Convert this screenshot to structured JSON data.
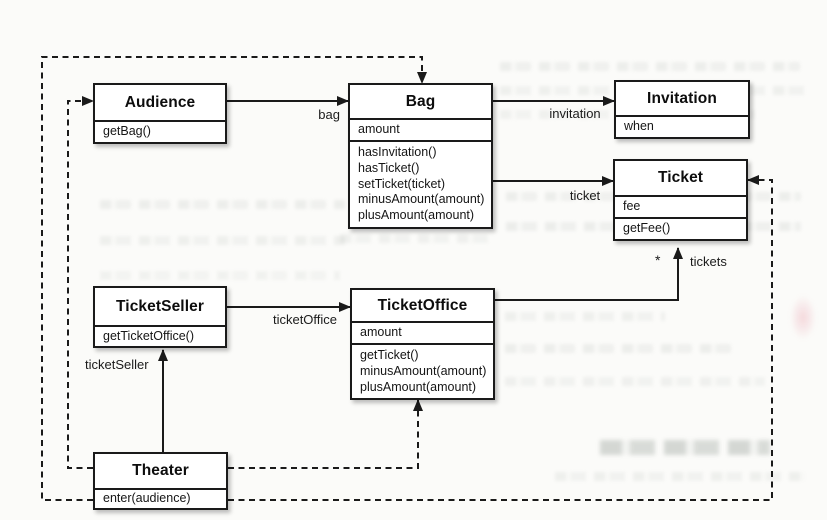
{
  "uml": {
    "diagram_type": "uml-class-diagram",
    "classes": [
      {
        "id": "audience",
        "name": "Audience",
        "attributes": [],
        "methods": [
          "getBag()"
        ]
      },
      {
        "id": "bag",
        "name": "Bag",
        "attributes": [
          "amount"
        ],
        "methods": [
          "hasInvitation()",
          "hasTicket()",
          "setTicket(ticket)",
          "minusAmount(amount)",
          "plusAmount(amount)"
        ]
      },
      {
        "id": "invitation",
        "name": "Invitation",
        "attributes": [
          "when"
        ],
        "methods": []
      },
      {
        "id": "ticket",
        "name": "Ticket",
        "attributes": [
          "fee"
        ],
        "methods": [
          "getFee()"
        ]
      },
      {
        "id": "ticketseller",
        "name": "TicketSeller",
        "attributes": [],
        "methods": [
          "getTicketOffice()"
        ]
      },
      {
        "id": "ticketoffice",
        "name": "TicketOffice",
        "attributes": [
          "amount"
        ],
        "methods": [
          "getTicket()",
          "minusAmount(amount)",
          "plusAmount(amount)"
        ]
      },
      {
        "id": "theater",
        "name": "Theater",
        "attributes": [],
        "methods": [
          "enter(audience)"
        ]
      }
    ],
    "edges": [
      {
        "from": "Audience",
        "to": "Bag",
        "type": "association",
        "label": "bag"
      },
      {
        "from": "Bag",
        "to": "Invitation",
        "type": "association",
        "label": "invitation"
      },
      {
        "from": "Bag",
        "to": "Ticket",
        "type": "association",
        "label": "ticket"
      },
      {
        "from": "TicketSeller",
        "to": "TicketOffice",
        "type": "association",
        "label": "ticketOffice"
      },
      {
        "from": "TicketOffice",
        "to": "Ticket",
        "type": "association",
        "label": "tickets",
        "multiplicity": "*"
      },
      {
        "from": "Theater",
        "to": "TicketSeller",
        "type": "association",
        "label": "ticketSeller"
      },
      {
        "from": "Theater",
        "to": "Audience",
        "type": "dependency"
      },
      {
        "from": "Theater",
        "to": "Bag",
        "type": "dependency"
      },
      {
        "from": "Theater",
        "to": "TicketOffice",
        "type": "dependency"
      },
      {
        "from": "Theater",
        "to": "Ticket",
        "type": "dependency"
      }
    ],
    "colors": {
      "line": "#1a1a1a",
      "box_border": "#1a1a1a",
      "box_fill": "#ffffff",
      "page_background": "#fbfbf9"
    }
  }
}
